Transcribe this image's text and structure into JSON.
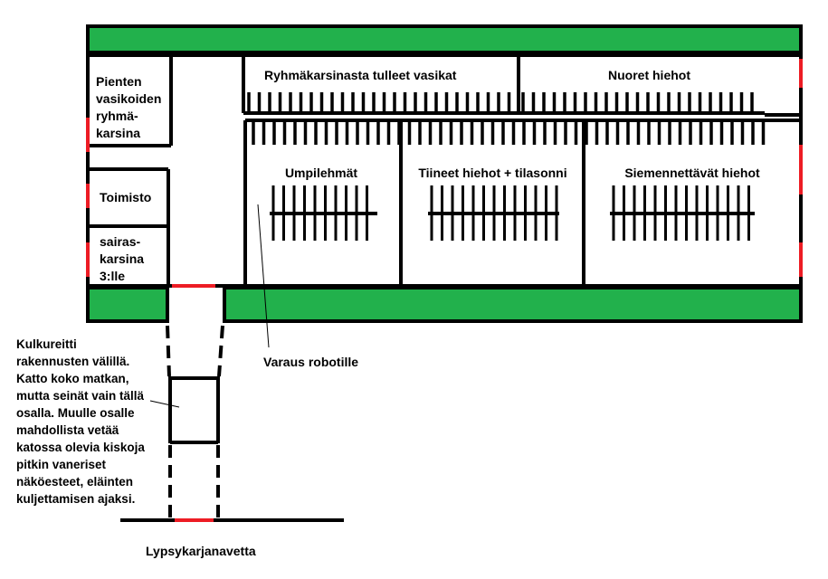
{
  "colors": {
    "wall": "#000000",
    "green_strip": "#22b14c",
    "door": "#ed1c24",
    "background": "#ffffff"
  },
  "rooms": {
    "small_calf_pen": [
      "Pienten",
      "vasikoiden",
      "ryhmä-",
      "karsina"
    ],
    "office": "Toimisto",
    "sick_pen": [
      "sairas-",
      "karsina",
      "3:lle"
    ],
    "group_pen_calves": "Ryhmäkarsinasta tulleet vasikat",
    "young_heifers": "Nuoret hiehot",
    "dry_cows": "Umpilehmät",
    "pregnant_heifers": "Tiineet hiehot + tilasonni",
    "insemination_heifers": "Siemennettävät hiehot"
  },
  "annotations": {
    "robot_reservation": "Varaus robotille",
    "walkway_note": [
      "Kulkureitti",
      "rakennusten välillä.",
      "Katto koko matkan,",
      "mutta seinät vain tällä",
      "osalla. Muulle osalle",
      "mahdollista vetää",
      "katossa olevia kiskoja",
      "pitkin vaneriset",
      "näköesteet, eläinten",
      "kuljettamisen ajaksi."
    ],
    "dairy_barn": "Lypsykarjanavetta"
  }
}
